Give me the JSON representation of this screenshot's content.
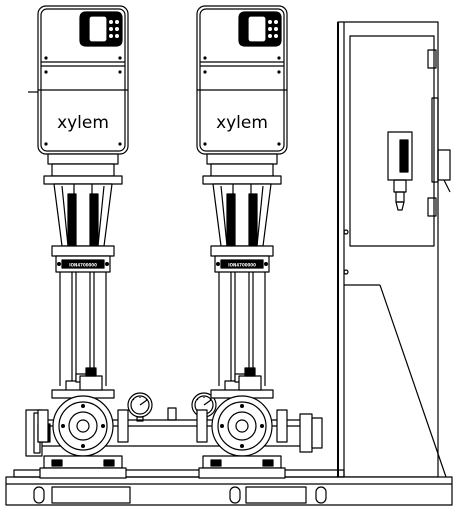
{
  "drawing": {
    "pumps": [
      {
        "brand": "xylem",
        "plate_code": "ION4700000"
      },
      {
        "brand": "xylem",
        "plate_code": "ION4700000"
      }
    ]
  },
  "colors": {
    "line": "#000000",
    "fill": "#ffffff",
    "dark": "#000000"
  }
}
